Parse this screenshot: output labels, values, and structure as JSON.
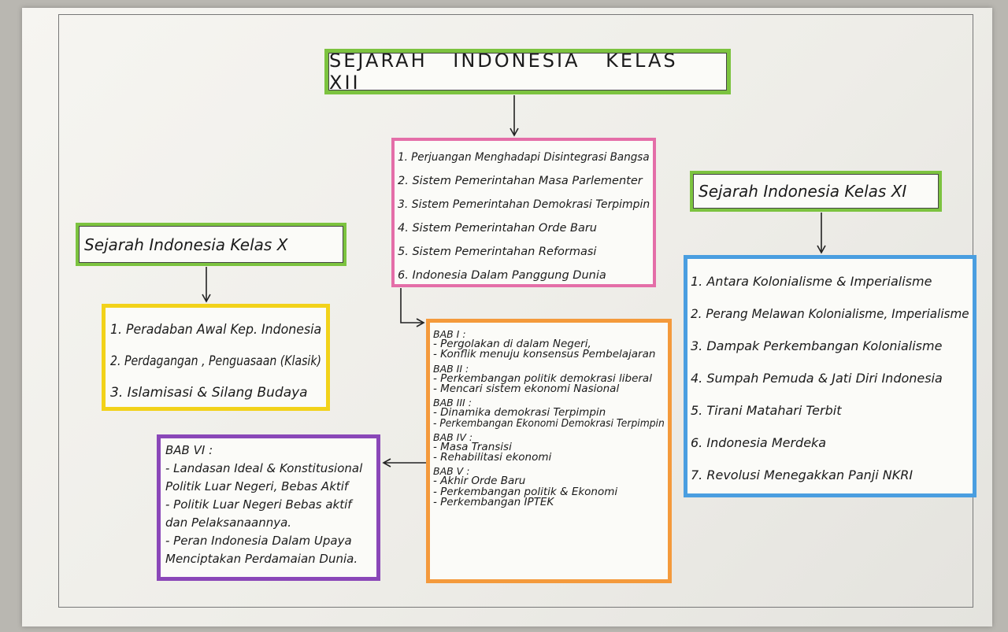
{
  "title": "SEJARAH INDONESIA KELAS XII",
  "kelas_x": {
    "heading": "Sejarah Indonesia Kelas X",
    "items": [
      "1. Peradaban Awal Kep. Indonesia",
      "2. Perdagangan , Penguasaan (Klasik)",
      "3. Islamisasi & Silang Budaya"
    ]
  },
  "kelas_xii_topics": [
    "1. Perjuangan Menghadapi Disintegrasi Bangsa",
    "2. Sistem Pemerintahan Masa Parlementer",
    "3. Sistem Pemerintahan Demokrasi Terpimpin",
    "4. Sistem Pemerintahan Orde Baru",
    "5. Sistem Pemerintahan Reformasi",
    "6. Indonesia Dalam Panggung Dunia"
  ],
  "kelas_xi": {
    "heading": "Sejarah Indonesia Kelas XI",
    "items": [
      "1. Antara Kolonialisme & Imperialisme",
      "2. Perang Melawan Kolonialisme, Imperialisme",
      "3. Dampak Perkembangan Kolonialisme",
      "4. Sumpah Pemuda & Jati Diri Indonesia",
      "5. Tirani Matahari Terbit",
      "6. Indonesia Merdeka",
      "7. Revolusi Menegakkan Panji NKRI"
    ]
  },
  "chapters": {
    "bab1_title": "BAB I :",
    "bab1_l1": "- Pergolakan di dalam Negeri,",
    "bab1_l2": "- Konflik menuju konsensus Pembelajaran",
    "bab2_title": "BAB II :",
    "bab2_l1": "- Perkembangan politik demokrasi liberal",
    "bab2_l2": "- Mencari sistem ekonomi Nasional",
    "bab3_title": "BAB III :",
    "bab3_l1": "- Dinamika demokrasi Terpimpin",
    "bab3_l2": "- Perkembangan Ekonomi Demokrasi Terpimpin",
    "bab4_title": "BAB IV :",
    "bab4_l1": "- Masa Transisi",
    "bab4_l2": "- Rehabilitasi ekonomi",
    "bab5_title": "BAB V :",
    "bab5_l1": "- Akhir Orde Baru",
    "bab5_l2": "- Perkembangan politik & Ekonomi",
    "bab5_l3": "- Perkembangan IPTEK"
  },
  "bab6": {
    "title": "BAB VI :",
    "l1": "- Landasan Ideal & Konstitusional",
    "l2": "Politik Luar Negeri, Bebas Aktif",
    "l3": "- Politik Luar Negeri Bebas aktif",
    "l4": "dan Pelaksanaannya.",
    "l5": "- Peran Indonesia Dalam Upaya",
    "l6": "Menciptakan Perdamaian Dunia."
  },
  "colors": {
    "green": "#7cc33f",
    "pink": "#e46ea8",
    "yellow": "#f2d21a",
    "blue": "#4a9ee0",
    "orange": "#f49a3c",
    "purple": "#8a47b8"
  }
}
